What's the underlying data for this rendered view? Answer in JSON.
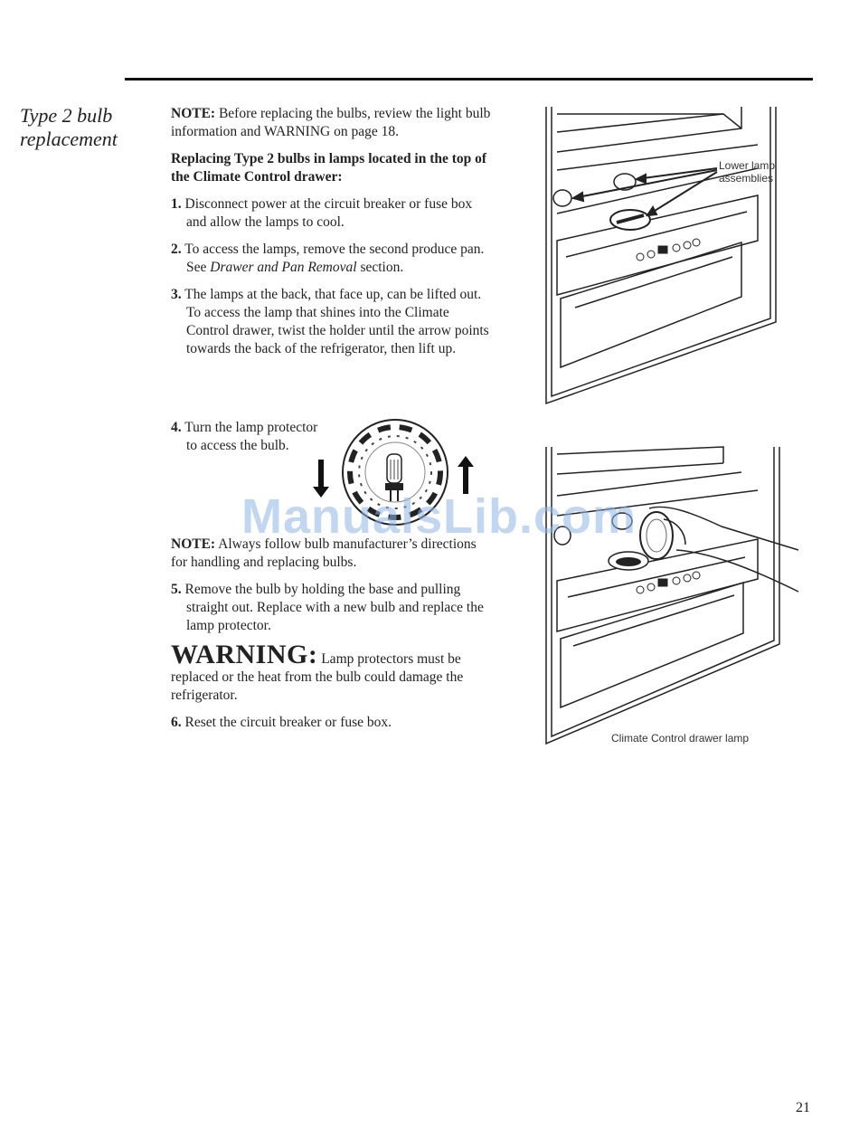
{
  "section_title": "Type 2 bulb replacement",
  "note1_label": "NOTE:",
  "note1_text": "Before replacing the bulbs, review the light bulb information and WARNING on page 18.",
  "subheading": "Replacing Type 2 bulbs in lamps located in the top of the Climate Control drawer:",
  "steps": [
    {
      "num": "1.",
      "text": "Disconnect power at the circuit breaker or fuse box and allow the lamps to cool."
    },
    {
      "num": "2.",
      "text_before": "To access the lamps, remove the second produce pan. See ",
      "italic": "Drawer and Pan Removal",
      "text_after": " section."
    },
    {
      "num": "3.",
      "text": "The lamps at the back, that face up, can be lifted out. To access the lamp that shines into the Climate Control drawer, twist the holder until the arrow points towards the back of the refrigerator, then lift up."
    },
    {
      "num": "4.",
      "text": "Turn the lamp protector to access the bulb."
    },
    {
      "num": "5.",
      "text": "Remove the bulb by holding the base and pulling straight out. Replace with a new bulb and replace the lamp protector."
    },
    {
      "num": "6.",
      "text": "Reset the circuit breaker or fuse box."
    }
  ],
  "note2_label": "NOTE:",
  "note2_text": "Always follow bulb manufacturer’s directions for handling and replacing bulbs.",
  "warning_label": "WARNING:",
  "warning_text": "Lamp protectors must be replaced or the heat from the bulb could damage the refrigerator.",
  "figure1_label": "Lower lamp assemblies",
  "figure2_caption": "Climate Control drawer lamp",
  "watermark": "ManualsLib.com",
  "page_number": "21"
}
